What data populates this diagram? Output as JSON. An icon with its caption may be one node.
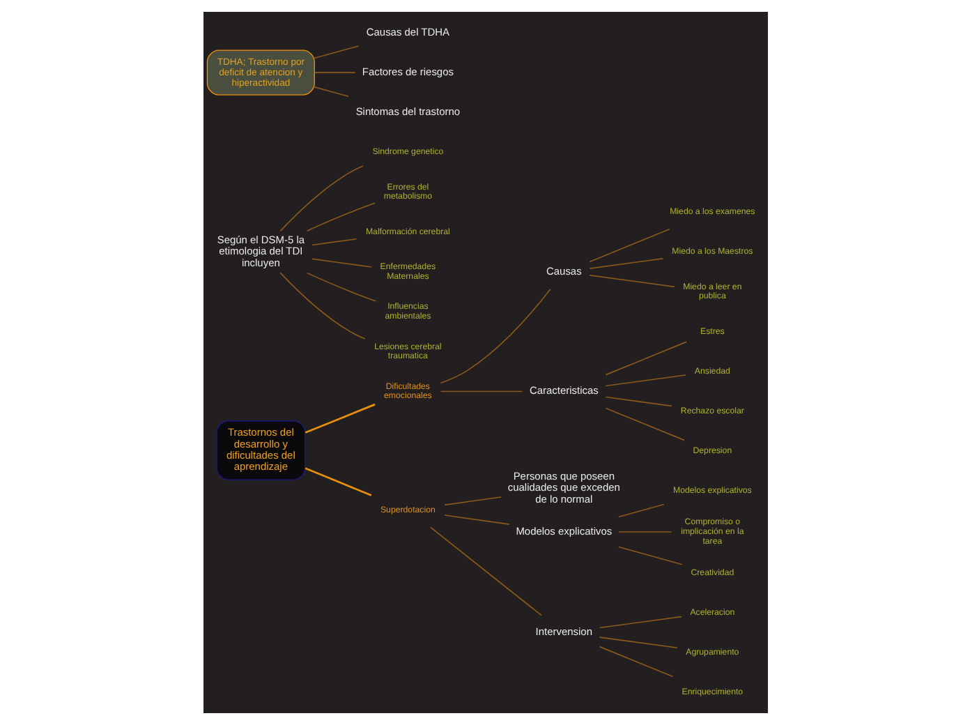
{
  "diagram": {
    "nodes": [
      {
        "text": [
          "Trastornos del desarrollo y dificultades del aprendizaje"
        ]
      },
      {
        "text": [
          "Según el DSM-5 la etimologia del TDI incluyen"
        ]
      },
      {
        "text": [
          "Sindrome genetico"
        ]
      },
      {
        "text": [
          "Errores del metabolismo"
        ]
      },
      {
        "text": [
          "Malformación cerebral"
        ]
      },
      {
        "text": [
          "Enfermedades Maternales"
        ]
      },
      {
        "text": [
          "Influencias ambientales"
        ]
      },
      {
        "text": [
          "Lesiones cerebral traumatica"
        ]
      },
      {
        "text": [
          "TDHA; Trastorno por deficit de atencion y hiperactividad"
        ]
      },
      {
        "text": [
          "Causas del TDHA"
        ]
      },
      {
        "text": [
          "Factores de riesgos"
        ]
      },
      {
        "text": [
          "Sintomas del trastorno"
        ]
      },
      {
        "text": [
          "Dificultades emocionales"
        ]
      },
      {
        "text": [
          "Causas"
        ]
      },
      {
        "text": [
          "Miedo a los examenes"
        ]
      },
      {
        "text": [
          "Miedo a los Maestros"
        ]
      },
      {
        "text": [
          "Miedo a leer en publica"
        ]
      },
      {
        "text": [
          "Caracteristicas"
        ]
      },
      {
        "text": [
          "Estres"
        ]
      },
      {
        "text": [
          "Ansiedad"
        ]
      },
      {
        "text": [
          "Rechazo escolar"
        ]
      },
      {
        "text": [
          "Depresion"
        ]
      },
      {
        "text": [
          "Superdotacion"
        ]
      },
      {
        "text": [
          "Personas que poseen cualidades que exceden de lo normal"
        ]
      },
      {
        "text": [
          "Modelos explicativos"
        ]
      },
      {
        "text": [
          "Modelos explicativos"
        ]
      },
      {
        "text": [
          "Compromiso o implicación en la tarea"
        ]
      },
      {
        "text": [
          "Creatividad"
        ]
      },
      {
        "text": [
          "Intervension"
        ]
      },
      {
        "text": [
          "Aceleracion"
        ]
      },
      {
        "text": [
          "Agrupamiento"
        ]
      },
      {
        "text": [
          "Enriquecimiento"
        ]
      }
    ],
    "edges": [
      {
        "from": 1,
        "to": 2,
        "arrow": "none"
      },
      {
        "from": 1,
        "to": 3,
        "arrow": "none"
      },
      {
        "from": 1,
        "to": 4,
        "arrow": "none"
      },
      {
        "from": 1,
        "to": 5,
        "arrow": "none"
      },
      {
        "from": 1,
        "to": 6,
        "arrow": "none"
      },
      {
        "from": 1,
        "to": 7,
        "arrow": "none"
      },
      {
        "from": 8,
        "to": 9,
        "arrow": "none"
      },
      {
        "from": 8,
        "to": 10,
        "arrow": "none"
      },
      {
        "from": 8,
        "to": 11,
        "arrow": "none"
      },
      {
        "from": 0,
        "to": 12,
        "arrow": "none",
        "color": "#e8900c"
      },
      {
        "from": 12,
        "to": 13,
        "arrow": "none"
      },
      {
        "from": 13,
        "to": 14,
        "arrow": "none"
      },
      {
        "from": 13,
        "to": 15,
        "arrow": "none"
      },
      {
        "from": 13,
        "to": 16,
        "arrow": "none"
      },
      {
        "from": 12,
        "to": 17,
        "arrow": "none"
      },
      {
        "from": 17,
        "to": 18,
        "arrow": "none"
      },
      {
        "from": 17,
        "to": 19,
        "arrow": "none"
      },
      {
        "from": 17,
        "to": 20,
        "arrow": "none"
      },
      {
        "from": 17,
        "to": 21,
        "arrow": "none"
      },
      {
        "from": 0,
        "to": 22,
        "arrow": "none",
        "color": "#e8900c"
      },
      {
        "from": 22,
        "to": 23,
        "arrow": "none"
      },
      {
        "from": 22,
        "to": 24,
        "arrow": "none"
      },
      {
        "from": 24,
        "to": 25,
        "arrow": "none"
      },
      {
        "from": 24,
        "to": 26,
        "arrow": "none"
      },
      {
        "from": 24,
        "to": 27,
        "arrow": "none"
      },
      {
        "from": 22,
        "to": 28,
        "arrow": "none"
      },
      {
        "from": 28,
        "to": 29,
        "arrow": "none"
      },
      {
        "from": 28,
        "to": 30,
        "arrow": "none"
      },
      {
        "from": 28,
        "to": 31,
        "arrow": "none"
      }
    ]
  }
}
